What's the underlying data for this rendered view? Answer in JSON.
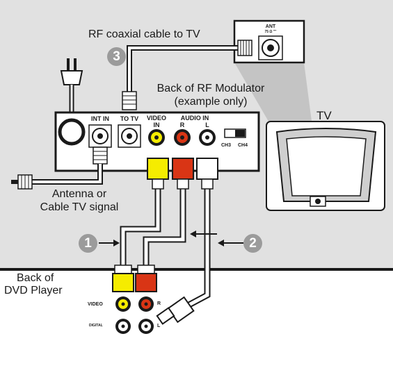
{
  "labels": {
    "rf_cable": "RF coaxial cable to TV",
    "modulator_title": "Back of RF Modulator",
    "modulator_subtitle": "(example only)",
    "tv": "TV",
    "antenna_line1": "Antenna or",
    "antenna_line2": "Cable TV signal",
    "dvd_line1": "Back of",
    "dvd_line2": "DVD Player"
  },
  "modulator_ports": {
    "int_in": "INT IN",
    "to_tv": "TO TV",
    "video_in_line1": "VIDEO",
    "video_in_line2": "IN",
    "audio_in": "AUDIO IN",
    "audio_r": "R",
    "audio_l": "L",
    "ch3": "CH3",
    "ch4": "CH4"
  },
  "tv_port": {
    "ant": "ANT",
    "ohm": "75 Ω \"\""
  },
  "dvd_ports": {
    "video": "VIDEO",
    "digital": "DIGITAL",
    "r": "R",
    "l": "L"
  },
  "steps": [
    "1",
    "2",
    "3"
  ],
  "colors": {
    "background": "#e1e1e1",
    "video_yellow": "#f5ec00",
    "audio_red": "#d93515",
    "audio_white": "#ffffff",
    "step_badge": "#9b9b9b",
    "outline": "#1a1a1a"
  }
}
